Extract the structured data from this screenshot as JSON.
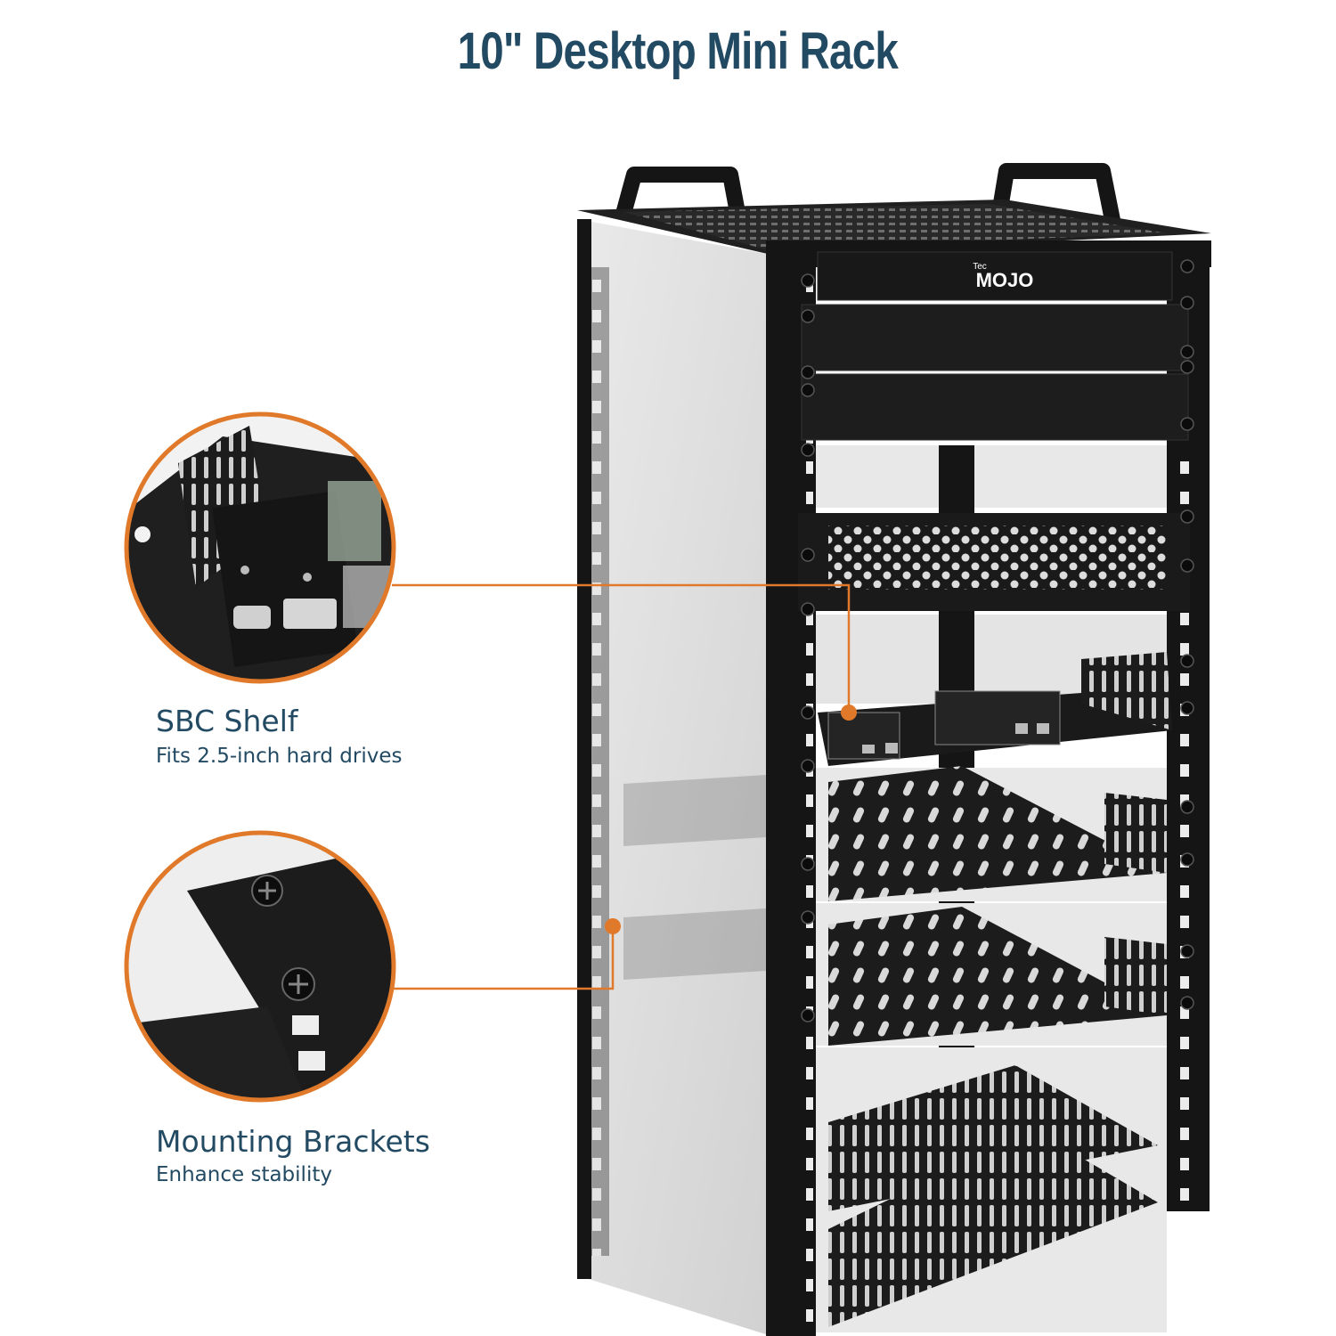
{
  "title": "10\" Desktop Mini Rack",
  "brand_logo_text": "MOJO",
  "brand_logo_prefix": "Tec",
  "callouts": [
    {
      "title": "SBC Shelf",
      "subtitle": "Fits 2.5-inch hard drives"
    },
    {
      "title": "Mounting Brackets",
      "subtitle": "Enhance stability"
    }
  ],
  "colors": {
    "title": "#234a63",
    "text": "#234a63",
    "accent": "#e07a2a",
    "rack": "#151515",
    "panel": "#222222",
    "glass": "#dcdcdc"
  }
}
